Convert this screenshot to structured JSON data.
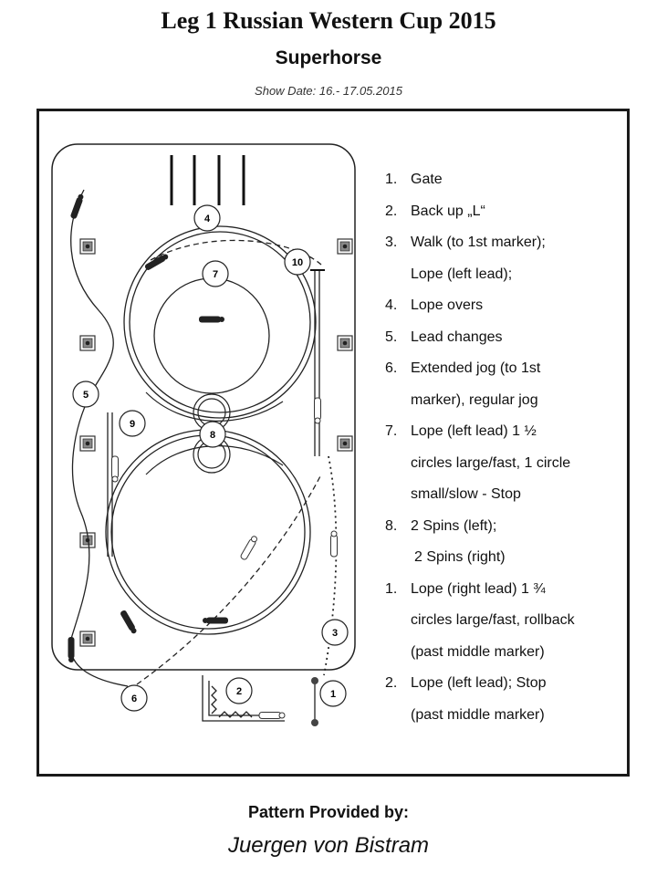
{
  "header": {
    "title": "Leg 1 Russian Western Cup 2015",
    "subtitle": "Superhorse",
    "show_date": "Show Date: 16.- 17.05.2015"
  },
  "diagram": {
    "markers": [
      "1",
      "2",
      "3",
      "4",
      "5",
      "6",
      "7",
      "8",
      "9",
      "10"
    ]
  },
  "steps": [
    {
      "num": "1.",
      "lines": [
        "Gate"
      ]
    },
    {
      "num": "2.",
      "lines": [
        "Back up „L“"
      ]
    },
    {
      "num": "3.",
      "lines": [
        "Walk (to 1st marker);",
        "Lope (left lead);"
      ]
    },
    {
      "num": "4.",
      "lines": [
        "Lope overs"
      ]
    },
    {
      "num": "5.",
      "lines": [
        "Lead changes"
      ]
    },
    {
      "num": "6.",
      "lines": [
        "Extended jog (to 1st",
        "marker), regular jog"
      ]
    },
    {
      "num": "7.",
      "lines": [
        "Lope (left lead) 1 ½",
        "circles large/fast, 1 circle",
        "small/slow - Stop"
      ]
    },
    {
      "num": "8.",
      "lines": [
        "2 Spins (left);",
        "2 Spins (right)"
      ]
    },
    {
      "num": "1.",
      "lines": [
        "Lope (right lead) 1 ¾",
        "circles large/fast, rollback",
        "(past middle marker)"
      ]
    },
    {
      "num": "2.",
      "lines": [
        "Lope (left lead); Stop",
        "(past middle marker)"
      ]
    }
  ],
  "footer": {
    "label": "Pattern Provided by:",
    "name": "Juergen von Bistram"
  }
}
